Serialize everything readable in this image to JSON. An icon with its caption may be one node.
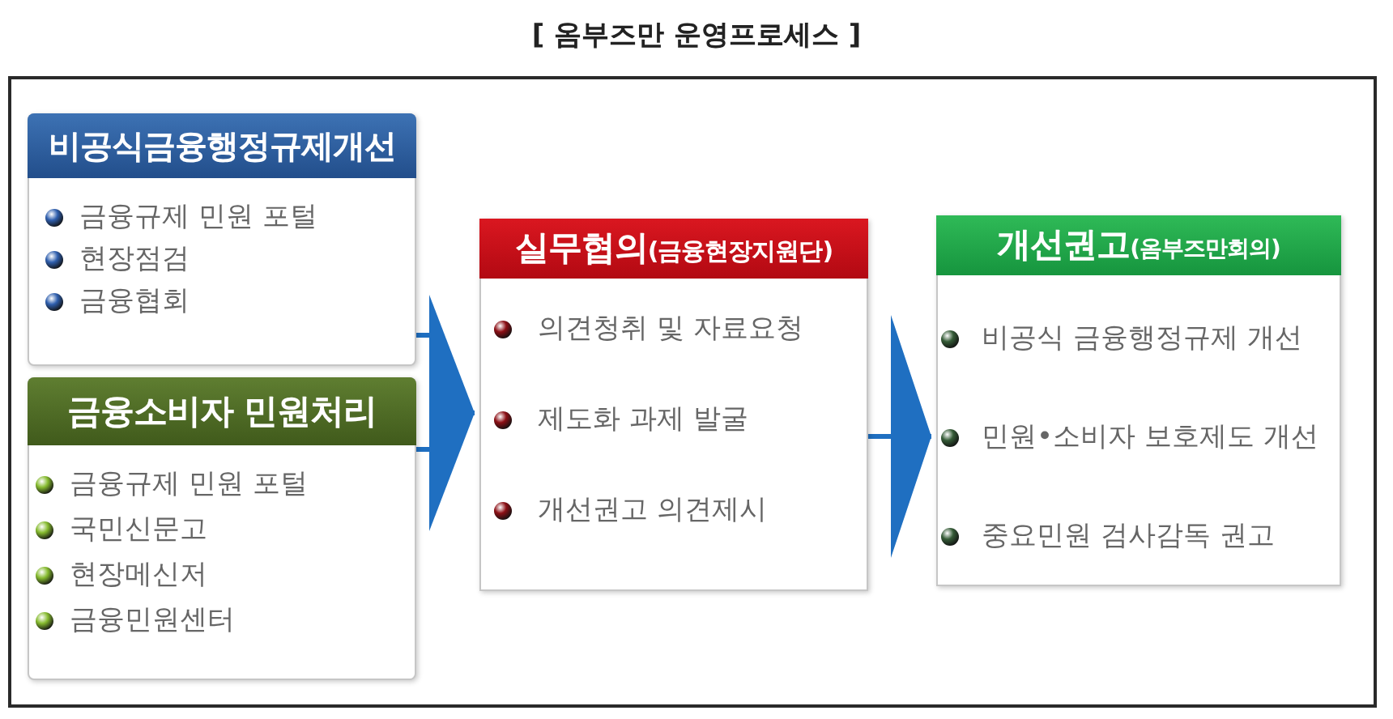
{
  "diagram": {
    "title": "[ 옴부즈만 운영프로세스 ]",
    "nodes": [
      {
        "text": [
          "비공식금융행정규제개선",
          "금융규제 민원 포털",
          "현장점검",
          "금융협회"
        ]
      },
      {
        "text": [
          "금융소비자 민원처리",
          "금융규제 민원 포털",
          "국민신문고",
          "현장메신저",
          "금융민원센터"
        ]
      },
      {
        "text": [
          "실무협의",
          "(금융현장지원단)",
          "의견청취 및 자료요청",
          "제도화 과제 발굴",
          "개선권고 의견제시"
        ]
      },
      {
        "text": [
          "개선권고",
          "(옴부즈만회의)",
          "비공식 금융행정규제 개선",
          "민원•소비자 보호제도 개선",
          "중요민원 검사감독 권고"
        ]
      }
    ],
    "edges": [
      {
        "from": 0,
        "to": 2,
        "arrow": "to"
      },
      {
        "from": 1,
        "to": 2,
        "arrow": "to"
      },
      {
        "from": 2,
        "to": 3,
        "arrow": "to"
      }
    ]
  }
}
